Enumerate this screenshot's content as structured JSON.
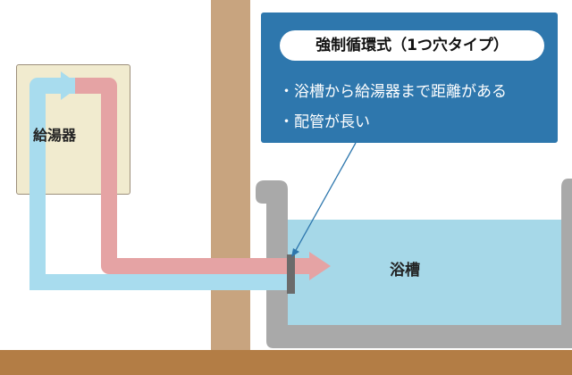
{
  "heater": {
    "label": "給湯器"
  },
  "callout": {
    "title": "強制循環式（1つ穴タイプ）",
    "items": [
      "・浴槽から給湯器まで距離がある",
      "・配管が長い"
    ]
  },
  "bathtub": {
    "label": "浴槽"
  },
  "colors": {
    "callout_bg": "#2e77ad",
    "hot_pipe": "#e5a3a4",
    "cold_pipe": "#a8dcee",
    "water": "#a6d8e8",
    "tub": "#a9a9a9",
    "wall": "#c8a47f",
    "floor": "#b37d45",
    "heater_box": "#f1ebcf"
  }
}
